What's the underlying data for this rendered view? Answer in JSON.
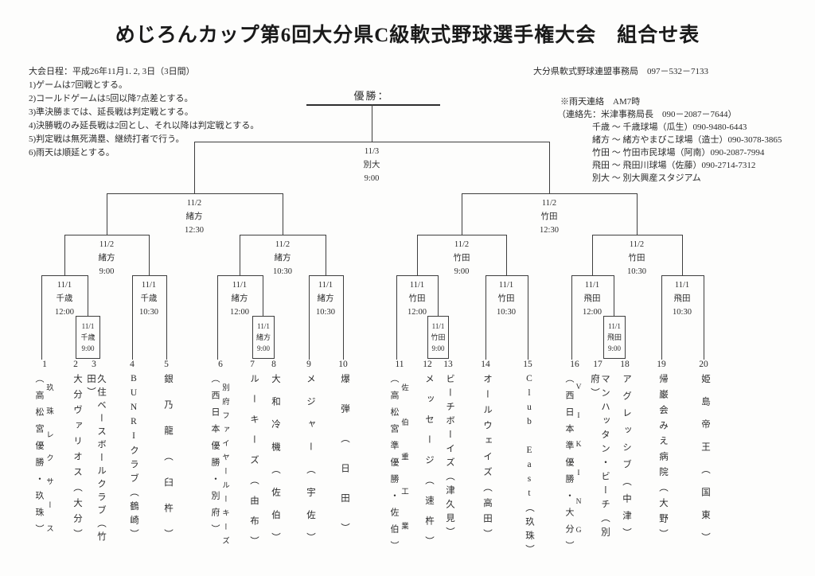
{
  "title": "めじろんカップ第6回大分県C級軟式野球選手権大会　組合せ表",
  "rules": {
    "schedule": "大会日程：平成26年11月1. 2, 3日（3日間）",
    "items": [
      "1)ゲームは7回戦とする。",
      "2)コールドゲームは5回以降7点差とする。",
      "3)準決勝までは、延長戦は判定戦とする。",
      "4)決勝戦のみ延長戦は2回とし、それ以降は判定戦とする。",
      "5)判定戦は無死満塁、継続打者で行う。",
      "6)雨天は順延とする。"
    ]
  },
  "contact": {
    "office": "大分県軟式野球連盟事務局　097－532－7133",
    "rain_notice": "※雨天連絡　AM7時",
    "rain_contact": "（連絡先：米津事務局長　090－2087－7644）",
    "venues": [
      "千歳 ～ 千歳球場（瓜生）090-9480-6443",
      "緒方 ～ 緒方やまびこ球場（造士）090-3078-3865",
      "竹田 ～ 竹田市民球場（阿南）090-2087-7994",
      "飛田 ～ 飛田川球場（佐藤）090-2714-7312",
      "別大 ～ 別大興産スタジアム"
    ]
  },
  "champion": {
    "label": "優勝："
  },
  "matches": {
    "final": {
      "date": "11/3",
      "venue": "別大",
      "time": "9:00"
    },
    "semis": [
      {
        "date": "11/2",
        "venue": "緒方",
        "time": "12:30"
      },
      {
        "date": "11/2",
        "venue": "竹田",
        "time": "12:30"
      }
    ],
    "quarters": [
      {
        "date": "11/2",
        "venue": "緒方",
        "time": "9:00"
      },
      {
        "date": "11/2",
        "venue": "緒方",
        "time": "10:30"
      },
      {
        "date": "11/2",
        "venue": "竹田",
        "time": "9:00"
      },
      {
        "date": "11/2",
        "venue": "竹田",
        "time": "10:30"
      }
    ],
    "round1": [
      {
        "date": "11/1",
        "venue": "千歳",
        "time": "12:00"
      },
      {
        "date": "11/1",
        "venue": "千歳",
        "time": "10:30"
      },
      {
        "date": "11/1",
        "venue": "緒方",
        "time": "12:00"
      },
      {
        "date": "11/1",
        "venue": "緒方",
        "time": "10:30"
      },
      {
        "date": "11/1",
        "venue": "竹田",
        "time": "12:00"
      },
      {
        "date": "11/1",
        "venue": "竹田",
        "time": "10:30"
      },
      {
        "date": "11/1",
        "venue": "飛田",
        "time": "12:00"
      },
      {
        "date": "11/1",
        "venue": "飛田",
        "time": "10:30"
      }
    ],
    "playins": [
      {
        "date": "11/1",
        "venue": "千歳",
        "time": "9:00"
      },
      {
        "date": "11/1",
        "venue": "緒方",
        "time": "9:00"
      },
      {
        "date": "11/1",
        "venue": "竹田",
        "time": "9:00"
      },
      {
        "date": "11/1",
        "venue": "飛田",
        "time": "9:00"
      }
    ]
  },
  "teams": [
    {
      "num": "1",
      "note": "（高松宮優勝・玖珠）",
      "label": "玖珠レクサース"
    },
    {
      "num": "2",
      "label": "大分ヴァリオス（大分）"
    },
    {
      "num": "3",
      "label": "久住ベースボールクラブ（竹田）"
    },
    {
      "num": "4",
      "label": "BUNRIクラブ（鶴崎）"
    },
    {
      "num": "5",
      "label": "銀乃龍（臼杵）"
    },
    {
      "num": "6",
      "note": "（西日本優勝・別府）",
      "label": "別府ファイヤールーキーズ"
    },
    {
      "num": "7",
      "label": "ルーキーズ（由布）"
    },
    {
      "num": "8",
      "label": "大和冷機（佐伯）"
    },
    {
      "num": "9",
      "label": "メジャー（宇佐）"
    },
    {
      "num": "10",
      "label": "爆弾（日田）"
    },
    {
      "num": "11",
      "note": "（高松宮準優勝・佐伯）",
      "label": "佐伯重工業"
    },
    {
      "num": "12",
      "label": "メッセージ（速杵）"
    },
    {
      "num": "13",
      "label": "ビーチボーイズ（津久見）"
    },
    {
      "num": "14",
      "label": "オールウェイズ（高田）"
    },
    {
      "num": "15",
      "label": "Club East（玖珠）"
    },
    {
      "num": "16",
      "note": "（西日本準優勝・大分）",
      "label": "VIKING"
    },
    {
      "num": "17",
      "label": "マンハッタン・ビーチ（別府）"
    },
    {
      "num": "18",
      "label": "アグレッシブ（中津）"
    },
    {
      "num": "19",
      "label": "帰巌会みえ病院（大野）"
    },
    {
      "num": "20",
      "label": "姫島帝王（国東）"
    }
  ]
}
